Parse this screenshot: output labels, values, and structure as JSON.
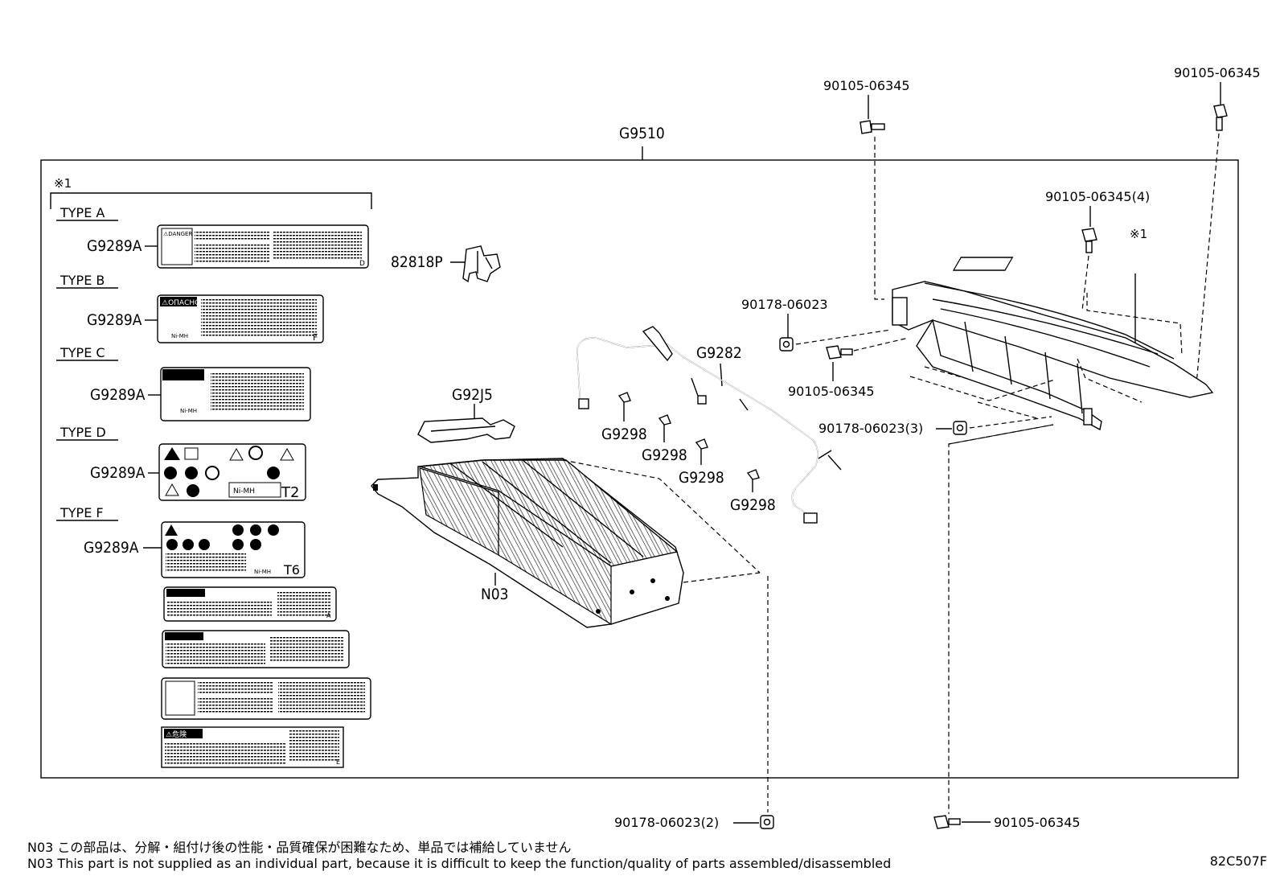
{
  "labels": {
    "assembly": "G9510",
    "bolt_top_left": "90105-06345",
    "bolt_top_right": "90105-06345",
    "bolt_qty4": "90105-06345(4)",
    "note_mark_left": "※1",
    "note_mark_right": "※1",
    "type_a": "TYPE A",
    "type_b": "TYPE B",
    "type_c": "TYPE C",
    "type_d": "TYPE D",
    "type_f": "TYPE F",
    "label_a": "G9289A",
    "label_b": "G9289A",
    "label_c": "G9289A",
    "label_d": "G9289A",
    "label_f": "G9289A",
    "bracket": "82818P",
    "wire": "G9282",
    "cover": "G92J5",
    "clip1": "G9298",
    "clip2": "G9298",
    "clip3": "G9298",
    "clip4": "G9298",
    "battery": "N03",
    "nut_mid": "90178-06023",
    "bolt_mid": "90105-06345",
    "nut_qty3": "90178-06023(3)",
    "nut_qty2": "90178-06023(2)",
    "bolt_bottom": "90105-06345"
  },
  "sticker_text": {
    "danger_a": "⚠DANGER",
    "opacno": "⚠ОПАСНО",
    "ni_mh": "Ni-MH",
    "t2": "T2",
    "t6": "T6",
    "corner_d": "D",
    "corner_f": "F",
    "corner_a": "A",
    "corner_e": "E",
    "danger_jp": "⚠危険"
  },
  "notes": {
    "jp": "N03 この部品は、分解・組付け後の性能・品質確保が困難なため、単品では補給していません",
    "en": "N03 This part is not supplied as an individual part, because it is difficult to keep the function/quality of parts assembled/disassembled"
  },
  "figure_code": "82C507F"
}
